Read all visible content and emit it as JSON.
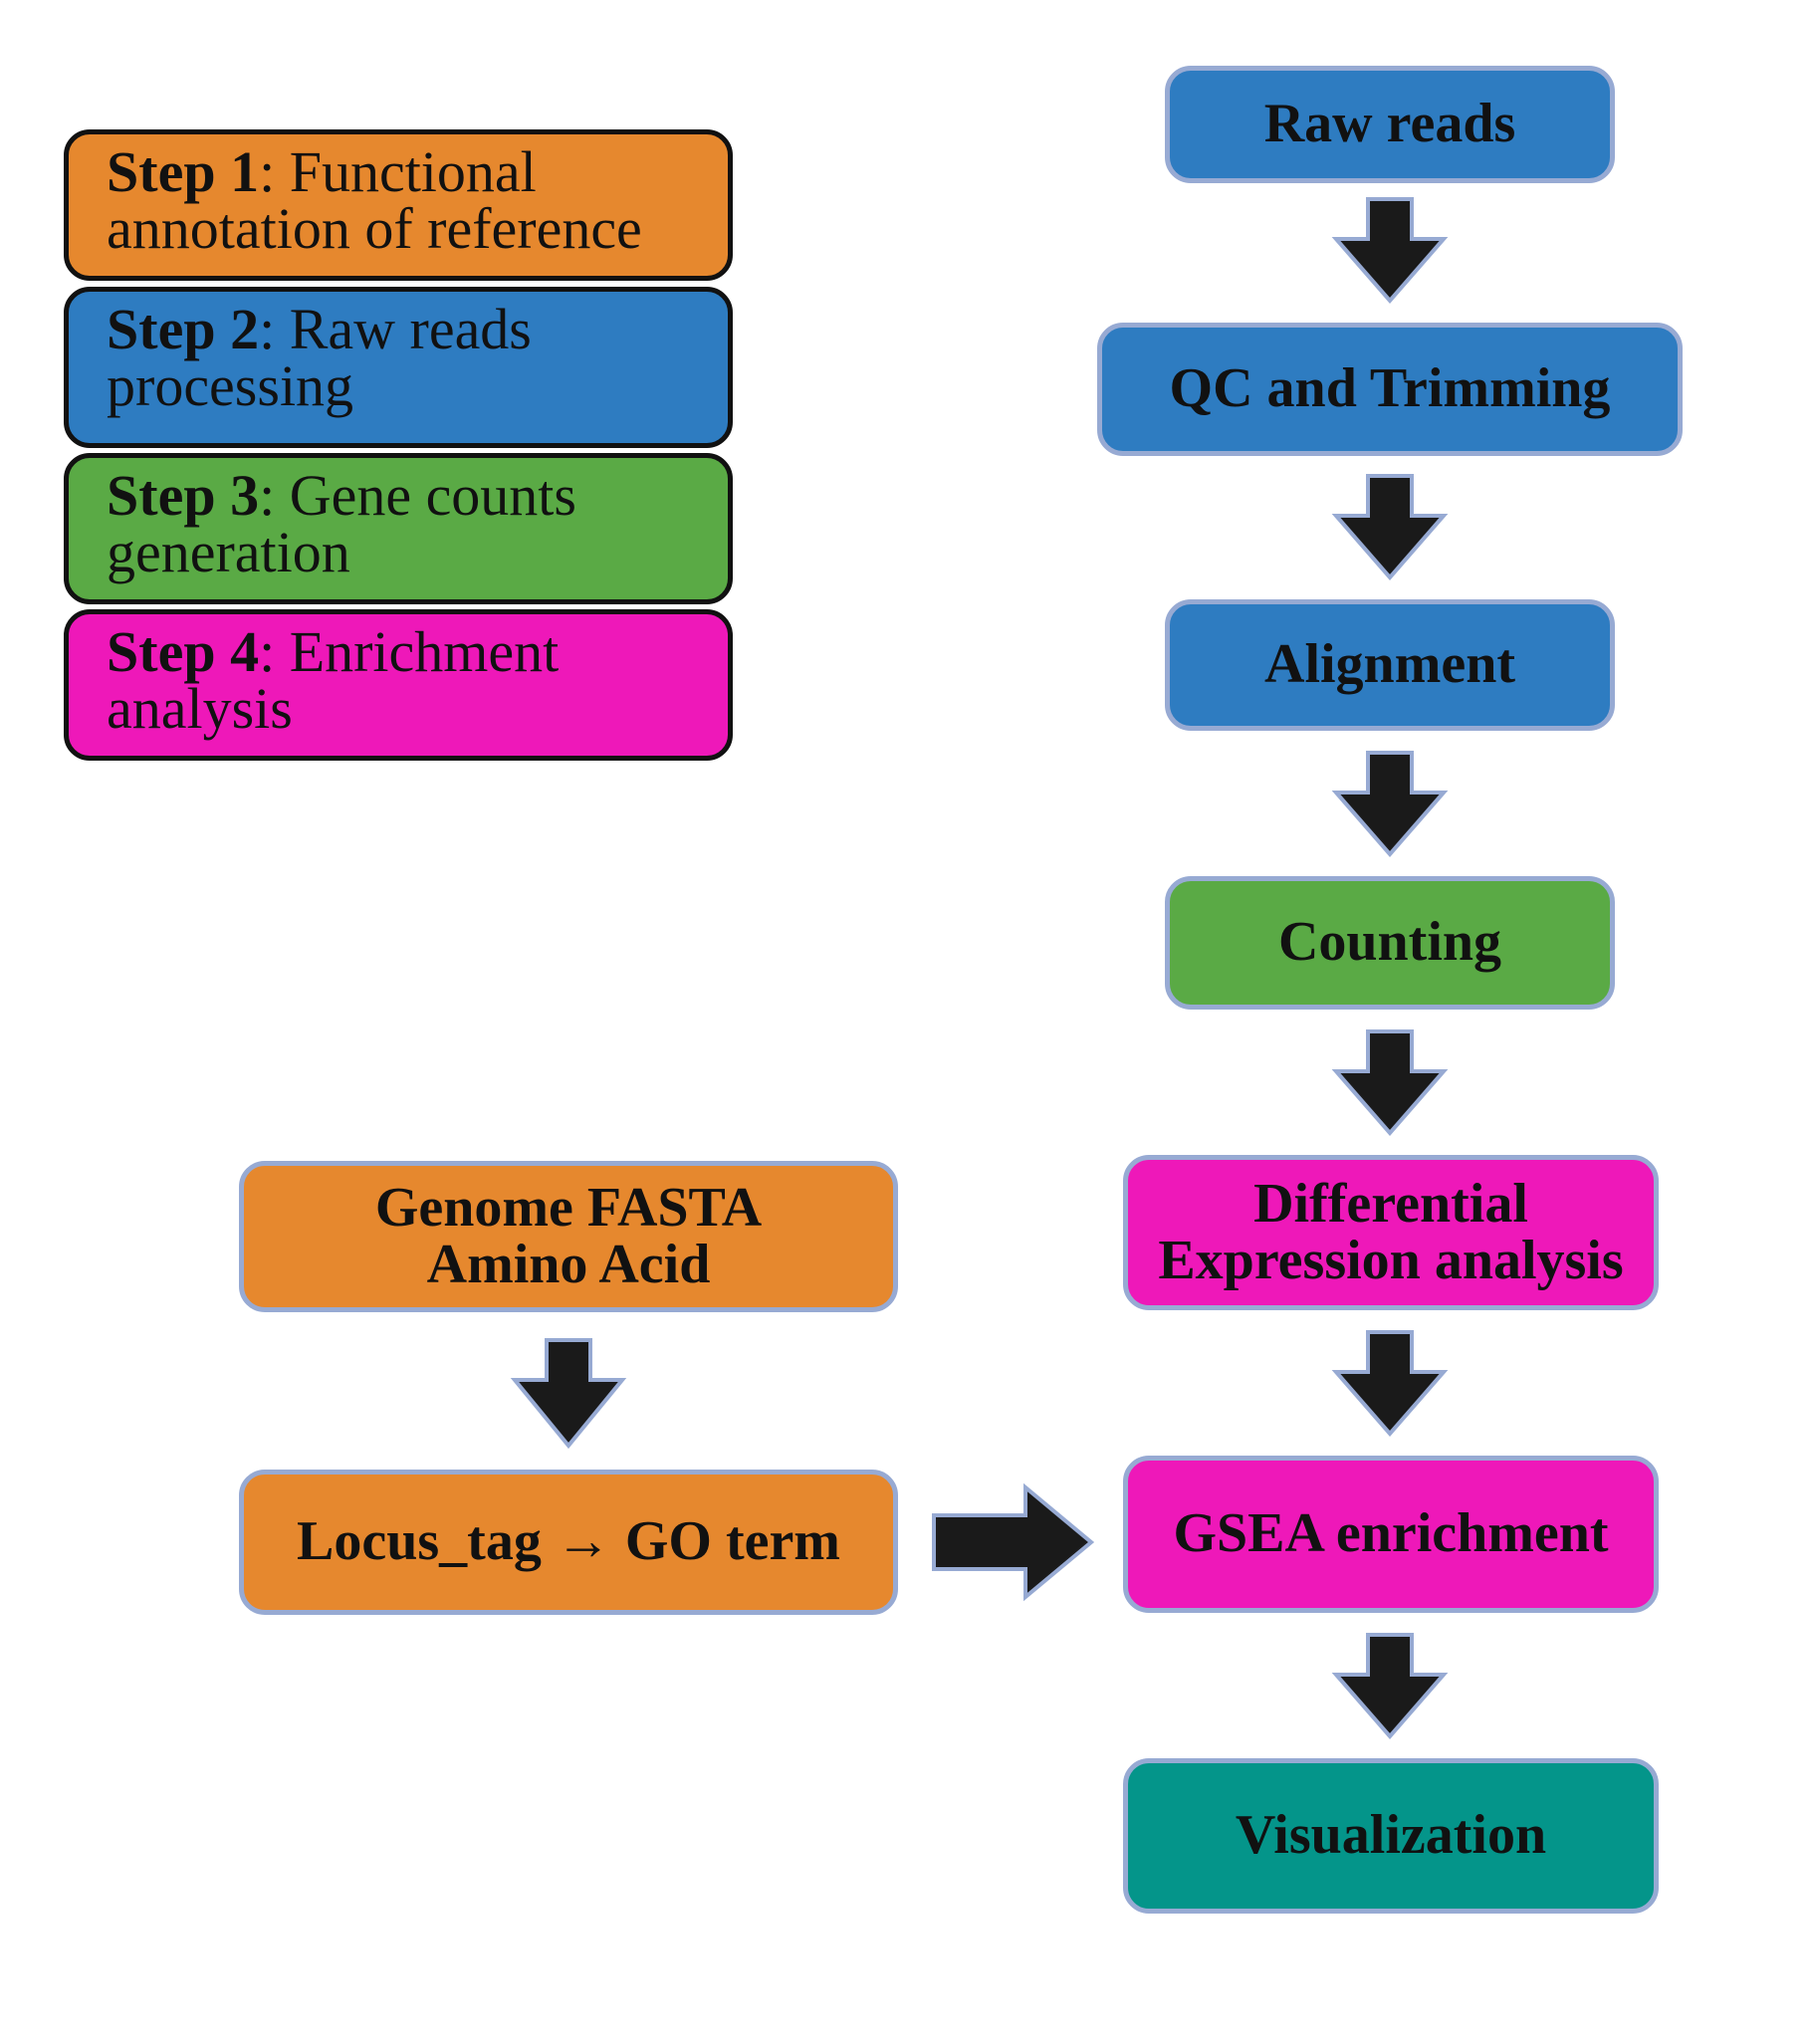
{
  "legend": [
    {
      "step": "Step 1",
      "text": ": Functional annotation of reference",
      "color": "#e6882e"
    },
    {
      "step": "Step 2",
      "text": ": Raw reads processing",
      "color": "#2e7cc1"
    },
    {
      "step": "Step 3",
      "text": ": Gene counts generation",
      "color": "#5aaa45"
    },
    {
      "step": "Step 4",
      "text": ": Enrichment analysis",
      "color": "#ee18b9"
    }
  ],
  "pipeline": {
    "raw_reads": "Raw reads",
    "qc_trimming": "QC and Trimming",
    "alignment": "Alignment",
    "counting": "Counting",
    "differential_line1": "Differential",
    "differential_line2": "Expression analysis",
    "gsea": "GSEA enrichment",
    "visualization": "Visualization"
  },
  "annotation": {
    "genome_line1": "Genome FASTA",
    "genome_line2": "Amino Acid",
    "locus_tag": "Locus_tag → GO term"
  },
  "colors": {
    "step1_orange": "#e6882e",
    "step2_blue": "#2e7cc1",
    "step3_green": "#5aaa45",
    "step4_pink": "#ee18b9",
    "visualization_teal": "#04958a",
    "box_border": "#97aad3",
    "arrow_fill": "#1a1a1a"
  }
}
